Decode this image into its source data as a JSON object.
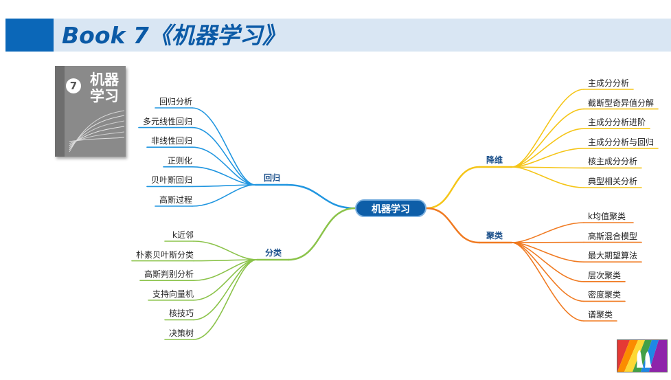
{
  "title": "Book 7《机器学习》",
  "book_cover": {
    "number": "7",
    "title": "机器学习"
  },
  "center_node": "机器学习",
  "branches": [
    {
      "name": "回归",
      "color": "#2196e0",
      "items": [
        "回归分析",
        "多元线性回归",
        "非线性回归",
        "正则化",
        "贝叶斯回归",
        "高斯过程"
      ]
    },
    {
      "name": "分类",
      "color": "#8bc34a",
      "items": [
        "k近邻",
        "朴素贝叶斯分类",
        "高斯判别分析",
        "支持向量机",
        "核技巧",
        "决策树"
      ]
    },
    {
      "name": "降维",
      "color": "#f5c518",
      "items": [
        "主成分分析",
        "截断型奇异值分解",
        "主成分分析进阶",
        "主成分分析与回归",
        "核主成分分析",
        "典型相关分析"
      ]
    },
    {
      "name": "聚类",
      "color": "#f07a21",
      "items": [
        "k均值聚类",
        "高斯混合模型",
        "最大期望算法",
        "层次聚类",
        "密度聚类",
        "谱聚类"
      ]
    }
  ]
}
